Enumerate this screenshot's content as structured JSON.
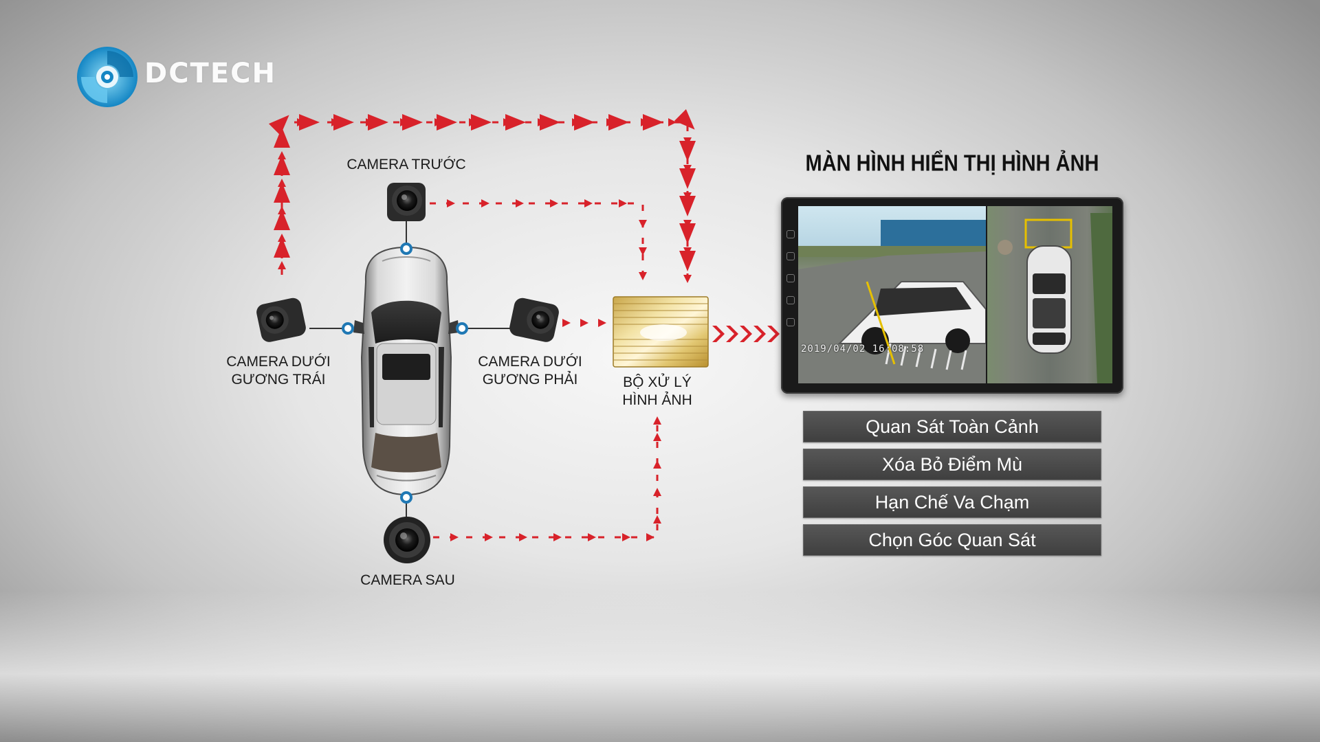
{
  "brand": {
    "name": "DCTECH"
  },
  "cameras": {
    "front": "CAMERA TRƯỚC",
    "left": "CAMERA DƯỚI\nGƯƠNG TRÁI",
    "right": "CAMERA DƯỚI\nGƯƠNG PHẢI",
    "rear": "CAMERA SAU"
  },
  "processor": {
    "label": "BỘ XỬ LÝ\nHÌNH ẢNH"
  },
  "display": {
    "title": "MÀN HÌNH HIỂN THỊ HÌNH ẢNH",
    "timestamp": "2019/04/02  16:08:58"
  },
  "features": [
    "Quan Sát Toàn Cảnh",
    "Xóa Bỏ Điểm Mù",
    "Hạn Chế Va Chạm",
    "Chọn Góc Quan Sát"
  ],
  "colors": {
    "arrow": "#d8222a",
    "connector": "#1f78b4",
    "button_bg": "#4a4a4a",
    "logo_blue": "#1e9fd6"
  },
  "icons": {
    "logo": "dctech-logo-icon",
    "camera": "camera-icon",
    "processor": "processor-box-icon",
    "car": "car-top-view-icon"
  }
}
